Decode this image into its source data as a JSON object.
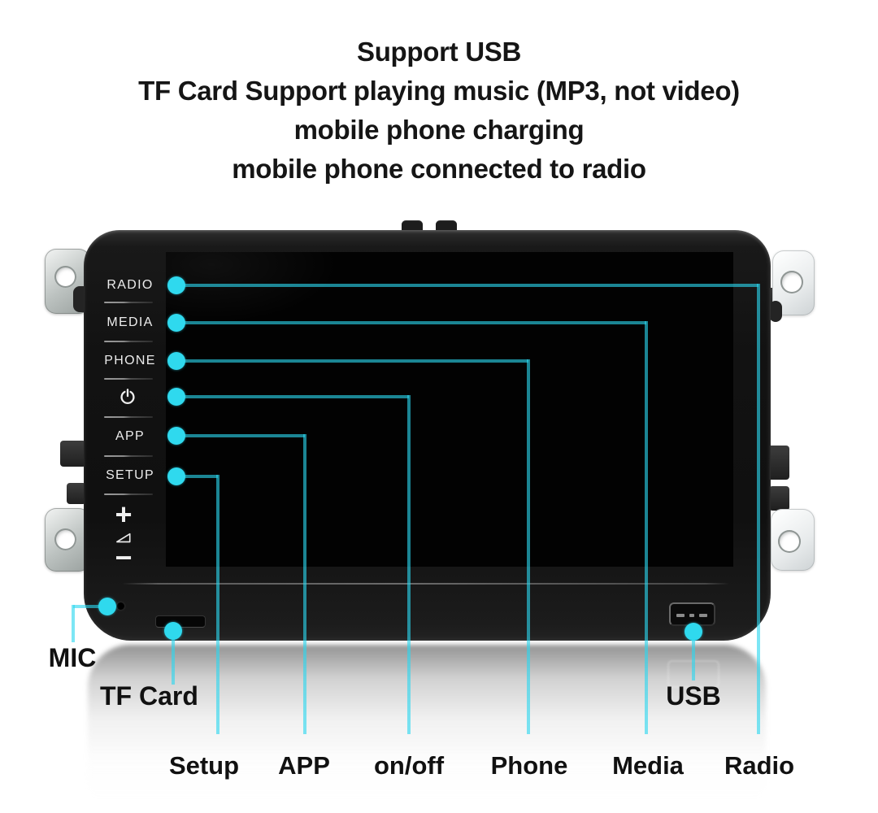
{
  "title": {
    "lines": [
      "Support USB",
      "TF Card Support playing music (MP3, not video)",
      "mobile phone charging",
      "mobile phone connected to radio"
    ]
  },
  "device": {
    "side_buttons": [
      {
        "label": "RADIO"
      },
      {
        "label": "MEDIA"
      },
      {
        "label": "PHONE"
      },
      {
        "icon": "power-icon"
      },
      {
        "label": "APP"
      },
      {
        "label": "SETUP"
      }
    ],
    "volume_controls": {
      "up": "+",
      "indicator_icon": "volume-wedge-icon",
      "down": "−"
    },
    "ports": {
      "mic": "mic-hole",
      "tf": "tf-card-slot",
      "usb": "usb-port"
    }
  },
  "callouts": {
    "accent_line_color": "#2bd6ef",
    "accent_dot_color": "#2fd9ee",
    "bottom_labels": [
      "Setup",
      "APP",
      "on/off",
      "Phone",
      "Media",
      "Radio"
    ],
    "port_labels": {
      "mic": "MIC",
      "tf_card": "TF Card",
      "usb": "USB"
    }
  }
}
